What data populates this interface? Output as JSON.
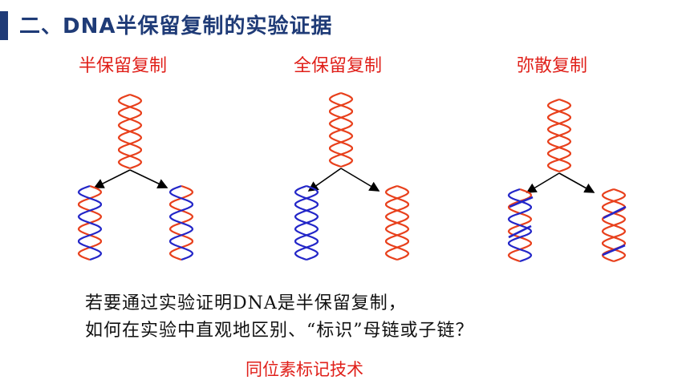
{
  "title": "二、DNA半保留复制的实验证据",
  "models": [
    {
      "label": "半保留复制"
    },
    {
      "label": "全保留复制"
    },
    {
      "label": "弥散复制"
    }
  ],
  "question": {
    "line1": "若要通过实验证明DNA是半保留复制，",
    "line2": "如何在实验中直观地区别、“标识”母链或子链？"
  },
  "answer": "同位素标记技术",
  "colors": {
    "parent_strand": "#e8401c",
    "new_strand": "#2326c8",
    "title": "#1f3b77",
    "heading": "#e0201a"
  }
}
